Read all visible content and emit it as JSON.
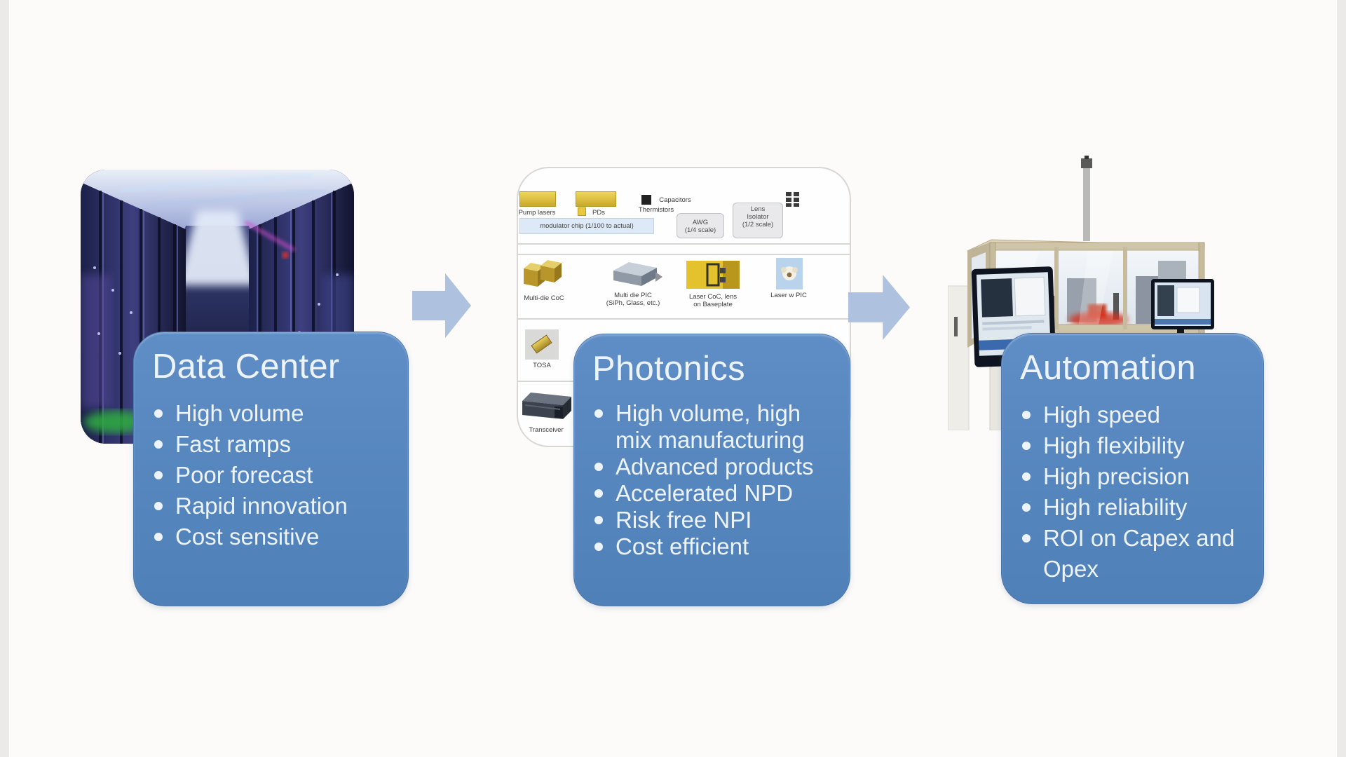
{
  "slide": {
    "cards": [
      {
        "title": "Data Center",
        "bullets": [
          "High volume",
          "Fast ramps",
          "Poor forecast",
          "Rapid innovation",
          "Cost sensitive"
        ]
      },
      {
        "title": "Photonics",
        "bullets": [
          "High volume, high mix manufacturing",
          "Advanced products",
          "Accelerated NPD",
          "Risk free NPI",
          "Cost efficient"
        ]
      },
      {
        "title": "Automation",
        "bullets": [
          "High speed",
          "High flexibility",
          "High precision",
          "High reliability",
          "ROI on Capex and Opex"
        ]
      }
    ]
  },
  "photonics_diagram": {
    "pump_lasers": "Pump lasers",
    "pds": "PDs",
    "capacitors": "Capacitors",
    "thermistors": "Thermistors",
    "awg": "AWG",
    "awg_scale": "(1/4 scale)",
    "lens": "Lens",
    "isolator": "Isolator",
    "isolator_scale": "(1/2 scale)",
    "modulator_strip": "modulator chip (1/100 to actual)",
    "multi_die_coc": "Multi-die CoC",
    "multi_die_pic_1": "Multi die PIC",
    "multi_die_pic_2": "(SiPh, Glass, etc.)",
    "laser_coc_1": "Laser CoC, lens",
    "laser_coc_2": "on Baseplate",
    "laser_w_pic": "Laser w PIC",
    "tosa": "TOSA",
    "transceiver": "Transceiver"
  },
  "colors": {
    "card_blue": "#5587c0",
    "arrow_blue": "#aec1de",
    "card_text": "#edf3fa"
  }
}
